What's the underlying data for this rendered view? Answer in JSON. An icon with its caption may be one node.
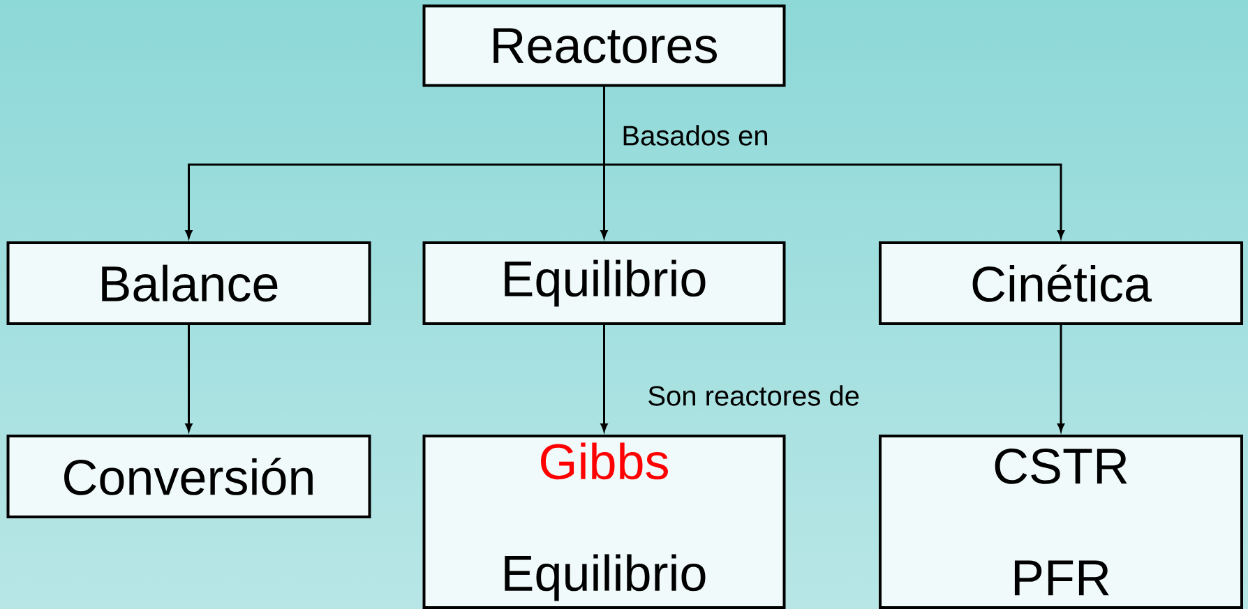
{
  "diagram": {
    "nodes": [
      {
        "text": [
          "Reactores"
        ]
      },
      {
        "text": [
          "Balance"
        ]
      },
      {
        "text": [
          "Equilibrio"
        ]
      },
      {
        "text": [
          "Cinética"
        ]
      },
      {
        "text": [
          "Conversión"
        ]
      },
      {
        "text": [
          "Gibbs",
          "Equilibrio"
        ]
      },
      {
        "text": [
          "CSTR",
          "PFR"
        ]
      }
    ],
    "edges": [
      {
        "from": 0,
        "to": 1,
        "arrow": "to"
      },
      {
        "from": 0,
        "to": 2,
        "arrow": "to",
        "label": "Basados en"
      },
      {
        "from": 0,
        "to": 3,
        "arrow": "to"
      },
      {
        "from": 1,
        "to": 4,
        "arrow": "to"
      },
      {
        "from": 2,
        "to": 5,
        "arrow": "to",
        "label": "Son reactores de"
      },
      {
        "from": 3,
        "to": 6,
        "arrow": "to"
      }
    ]
  }
}
